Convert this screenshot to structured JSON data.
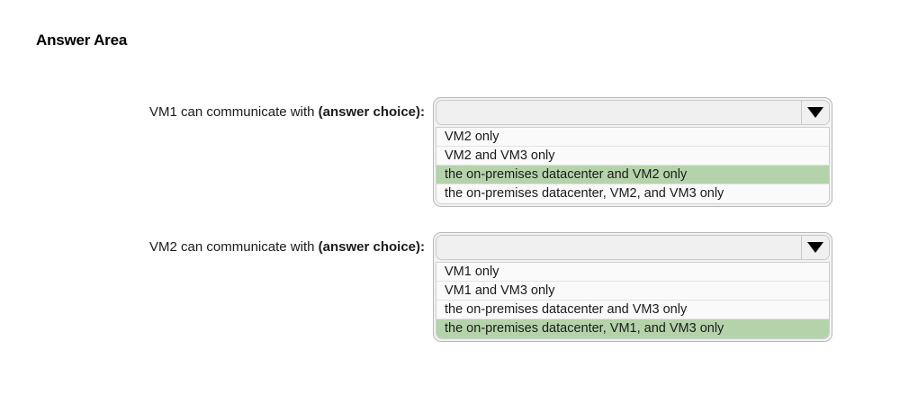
{
  "page": {
    "title": "Answer Area",
    "background_color": "#ffffff",
    "highlight_color": "#b5d3ab"
  },
  "questions": [
    {
      "label_lead": "VM1 can communicate with ",
      "label_strong": "(answer choice):",
      "dropdown": {
        "icon": "chevron-down-icon",
        "selected_value": "",
        "expanded": true,
        "options": [
          {
            "label": "VM2 only",
            "selected": false
          },
          {
            "label": "VM2 and VM3 only",
            "selected": false
          },
          {
            "label": "the on-premises datacenter and VM2 only",
            "selected": true
          },
          {
            "label": "the on-premises datacenter, VM2, and VM3 only",
            "selected": false
          }
        ]
      }
    },
    {
      "label_lead": "VM2 can communicate with ",
      "label_strong": "(answer choice):",
      "dropdown": {
        "icon": "chevron-down-icon",
        "selected_value": "",
        "expanded": true,
        "options": [
          {
            "label": "VM1 only",
            "selected": false
          },
          {
            "label": "VM1 and VM3 only",
            "selected": false
          },
          {
            "label": "the on-premises datacenter and VM3 only",
            "selected": false
          },
          {
            "label": "the on-premises datacenter, VM1, and VM3 only",
            "selected": true
          }
        ]
      }
    }
  ]
}
